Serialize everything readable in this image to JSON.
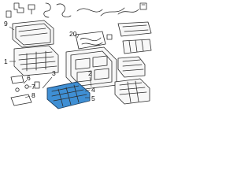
{
  "callouts": {
    "c1": "1",
    "c2": "2",
    "c3": "3",
    "c4": "4",
    "c5": "5",
    "c6": "6",
    "c7": "7",
    "c8": "8",
    "c9": "9",
    "c20": "20"
  },
  "colors": {
    "highlight": "#3f8fd4",
    "line": "#2b2b2b",
    "background": "#ffffff"
  }
}
